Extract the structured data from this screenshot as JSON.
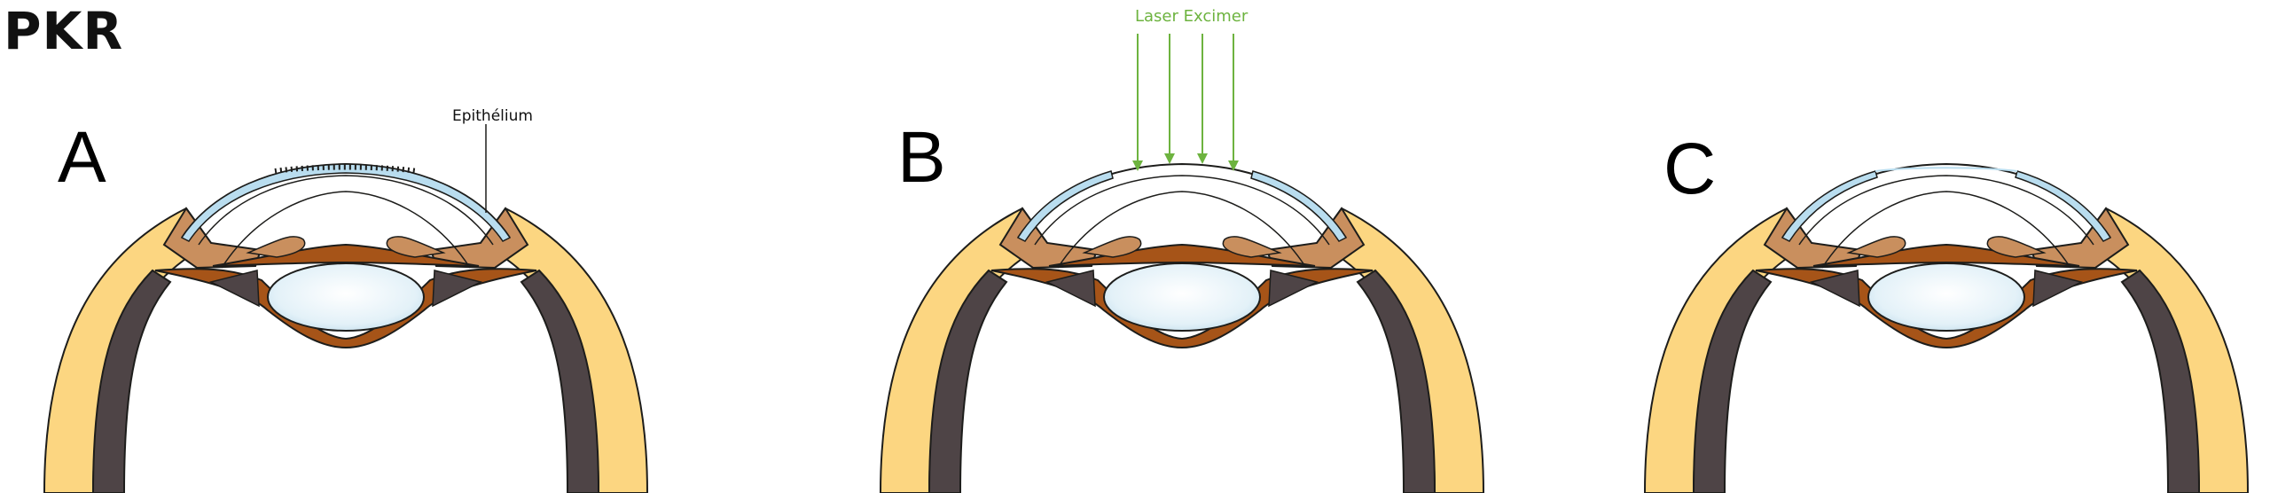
{
  "title": "PKR",
  "panels": [
    {
      "letter": "A",
      "annotation": "Epithélium"
    },
    {
      "letter": "B",
      "annotation": "Laser Excimer"
    },
    {
      "letter": "C",
      "annotation": ""
    }
  ],
  "colors": {
    "sclera": "#FCD681",
    "choroid": "#4E4446",
    "iris": "#A65418",
    "ciliary": "#C98F5E",
    "lens": "#DDEFF7",
    "epithelium": "#B9DDEF",
    "outline": "#1D1D1B",
    "laser": "#6DB33F"
  }
}
